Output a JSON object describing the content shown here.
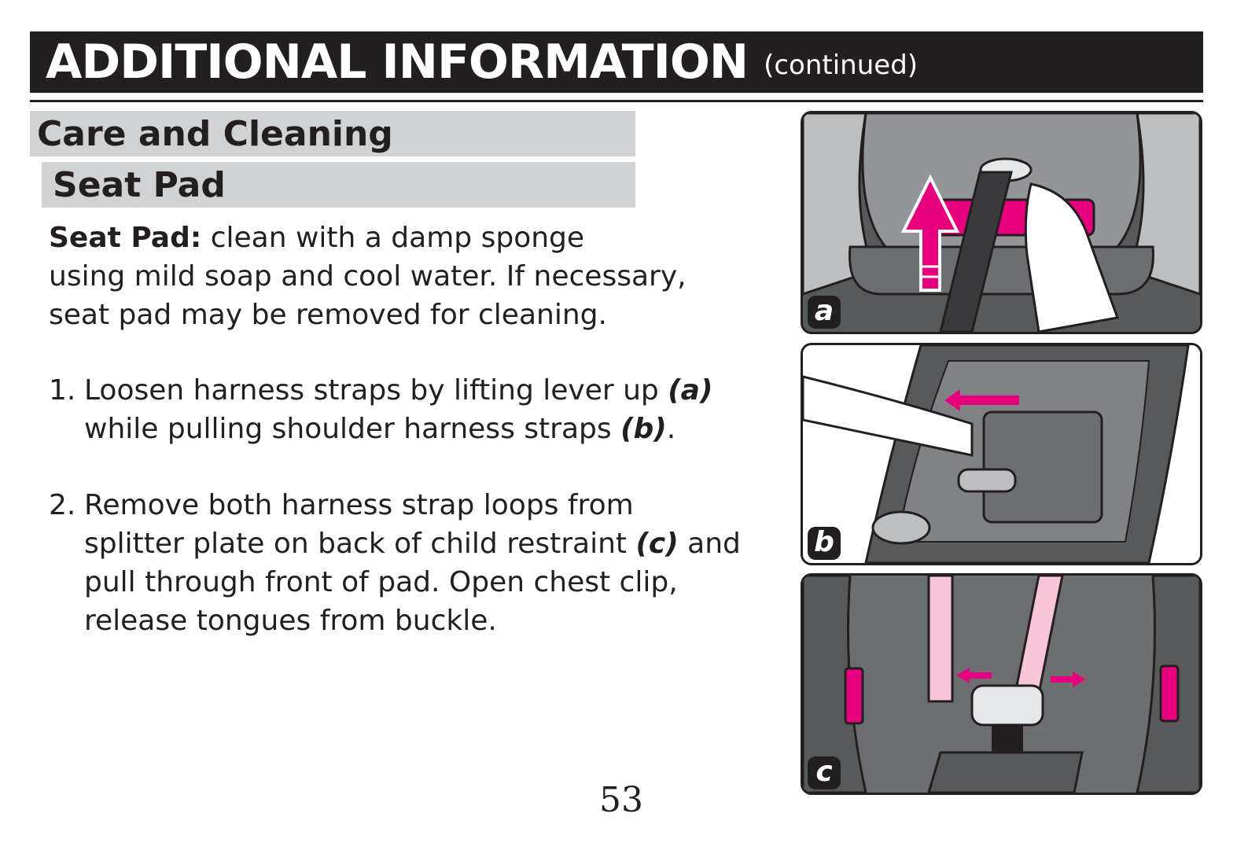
{
  "header": {
    "title": "ADDITIONAL INFORMATION",
    "subtitle": "(continued)"
  },
  "section": {
    "title": "Care and Cleaning",
    "subtitle": "Seat Pad"
  },
  "intro": {
    "lead": "Seat Pad:",
    "lines": [
      "clean with a damp sponge",
      "using mild soap and cool water. If necessary,",
      "seat pad may be removed for cleaning."
    ]
  },
  "steps": [
    {
      "number": "1.",
      "lines": [
        [
          "Loosen harness straps by lifting lever up ",
          "(a)",
          ""
        ],
        [
          "while pulling shoulder harness straps ",
          "(b)",
          "."
        ]
      ]
    },
    {
      "number": "2.",
      "lines": [
        [
          "Remove both harness strap loops from",
          "",
          ""
        ],
        [
          "splitter plate on back of child restraint ",
          "(c)",
          " and"
        ],
        [
          "pull through front of pad. Open chest clip,",
          "",
          ""
        ],
        [
          "release tongues from buckle.",
          "",
          ""
        ]
      ]
    }
  ],
  "figures": {
    "a": "a",
    "b": "b",
    "c": "c"
  },
  "page_number": "53",
  "colors": {
    "accent": "#e6007e",
    "accent_light": "#f8c6d8",
    "dark": "#231f20",
    "band": "#d1d2d4",
    "seat": "#6d6e71"
  }
}
